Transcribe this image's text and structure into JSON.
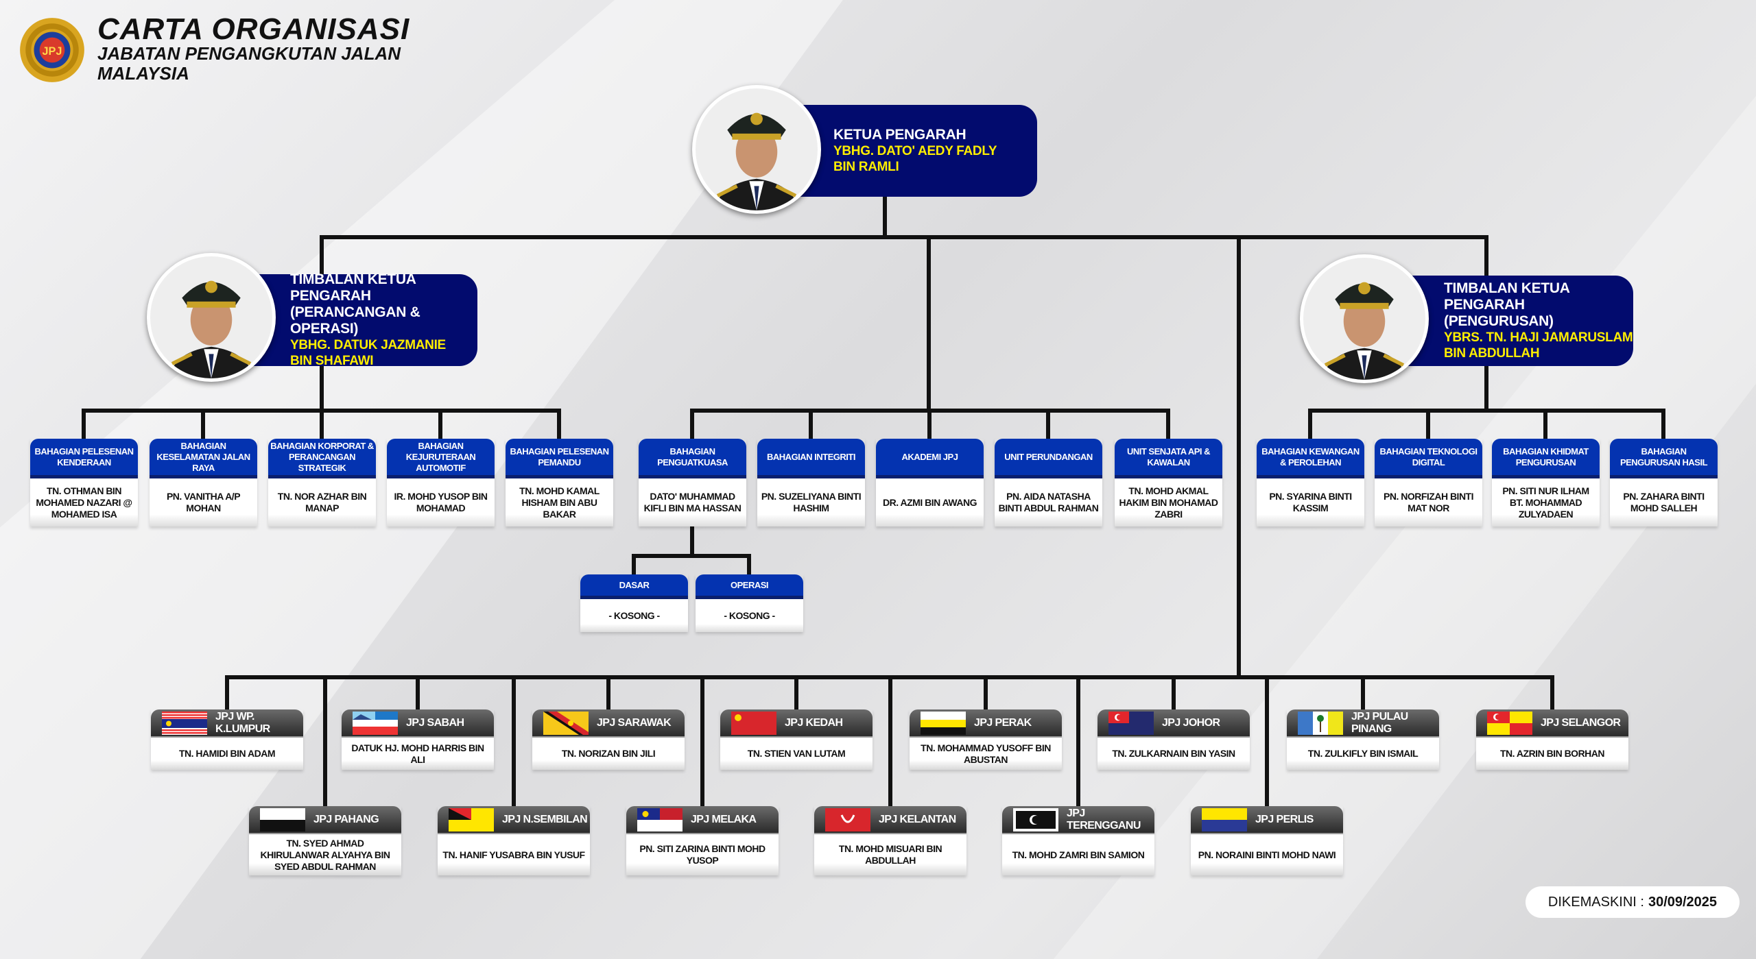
{
  "header": {
    "title": "CARTA ORGANISASI",
    "subtitle_line1": "JABATAN PENGANGKUTAN JALAN",
    "subtitle_line2": "MALAYSIA",
    "logo_text": "JPJ"
  },
  "director": {
    "role": "KETUA PENGARAH",
    "name_line1": "YBHG. DATO' AEDY FADLY",
    "name_line2": "BIN RAMLI"
  },
  "deputy_left": {
    "role_line1": "TIMBALAN KETUA PENGARAH",
    "role_line2": "(PERANCANGAN & OPERASI)",
    "name_line1": "YBHG. DATUK JAZMANIE",
    "name_line2": "BIN SHAFAWI"
  },
  "deputy_right": {
    "role_line1": "TIMBALAN KETUA PENGARAH",
    "role_line2": "(PENGURUSAN)",
    "name_line1": "YBRS. TN. HAJI JAMARUSLAM",
    "name_line2": "BIN ABDULLAH"
  },
  "divisions_left": [
    {
      "unit": "BAHAGIAN PELESENAN KENDERAAN",
      "head": "TN. OTHMAN BIN MOHAMED NAZARI @ MOHAMED ISA"
    },
    {
      "unit": "BAHAGIAN KESELAMATAN JALAN RAYA",
      "head": "PN. VANITHA A/P MOHAN"
    },
    {
      "unit": "BAHAGIAN KORPORAT & PERANCANGAN STRATEGIK",
      "head": "TN. NOR AZHAR BIN MANAP"
    },
    {
      "unit": "BAHAGIAN KEJURUTERAAN AUTOMOTIF",
      "head": "IR. MOHD YUSOP BIN MOHAMAD"
    },
    {
      "unit": "BAHAGIAN PELESENAN PEMANDU",
      "head": "TN. MOHD KAMAL HISHAM BIN ABU BAKAR"
    }
  ],
  "divisions_center": [
    {
      "unit": "BAHAGIAN PENGUATKUASA",
      "head": "DATO' MUHAMMAD KIFLI BIN MA HASSAN"
    },
    {
      "unit": "BAHAGIAN INTEGRITI",
      "head": "PN. SUZELIYANA BINTI HASHIM"
    },
    {
      "unit": "AKADEMI JPJ",
      "head": "DR. AZMI BIN AWANG"
    },
    {
      "unit": "UNIT PERUNDANGAN",
      "head": "PN. AIDA NATASHA BINTI ABDUL RAHMAN"
    },
    {
      "unit": "UNIT SENJATA API & KAWALAN",
      "head": "TN. MOHD AKMAL HAKIM BIN MOHAMAD ZABRI"
    }
  ],
  "divisions_right": [
    {
      "unit": "BAHAGIAN KEWANGAN & PEROLEHAN",
      "head": "PN. SYARINA BINTI KASSIM"
    },
    {
      "unit": "BAHAGIAN TEKNOLOGI DIGITAL",
      "head": "PN. NORFIZAH BINTI MAT NOR"
    },
    {
      "unit": "BAHAGIAN KHIDMAT PENGURUSAN",
      "head": "PN. SITI NUR ILHAM BT. MOHAMMAD ZULYADAEN"
    },
    {
      "unit": "BAHAGIAN PENGURUSAN HASIL",
      "head": "PN. ZAHARA BINTI MOHD SALLEH"
    }
  ],
  "sub_units": [
    {
      "unit": "DASAR",
      "head": "- KOSONG -"
    },
    {
      "unit": "OPERASI",
      "head": "- KOSONG -"
    }
  ],
  "states_row1": [
    {
      "unit": "JPJ WP. K.LUMPUR",
      "head": "TN. HAMIDI BIN ADAM",
      "flag": "flag-kuala-lumpur"
    },
    {
      "unit": "JPJ SABAH",
      "head": "DATUK HJ. MOHD HARRIS BIN ALI",
      "flag": "flag-sabah"
    },
    {
      "unit": "JPJ SARAWAK",
      "head": "TN. NORIZAN BIN JILI",
      "flag": "flag-sarawak"
    },
    {
      "unit": "JPJ KEDAH",
      "head": "TN. STIEN VAN LUTAM",
      "flag": "flag-kedah"
    },
    {
      "unit": "JPJ PERAK",
      "head": "TN. MOHAMMAD YUSOFF BIN ABUSTAN",
      "flag": "flag-perak"
    },
    {
      "unit": "JPJ JOHOR",
      "head": "TN. ZULKARNAIN BIN YASIN",
      "flag": "flag-johor"
    },
    {
      "unit": "JPJ PULAU PINANG",
      "head": "TN. ZULKIFLY BIN ISMAIL",
      "flag": "flag-penang"
    },
    {
      "unit": "JPJ SELANGOR",
      "head": "TN. AZRIN BIN BORHAN",
      "flag": "flag-selangor"
    }
  ],
  "states_row2": [
    {
      "unit": "JPJ PAHANG",
      "head": "TN. SYED AHMAD KHIRULANWAR ALYAHYA BIN SYED ABDUL RAHMAN",
      "flag": "flag-pahang"
    },
    {
      "unit": "JPJ N.SEMBILAN",
      "head": "TN. HANIF YUSABRA BIN YUSUF",
      "flag": "flag-negeri-sembilan"
    },
    {
      "unit": "JPJ MELAKA",
      "head": "PN. SITI ZARINA BINTI MOHD YUSOP",
      "flag": "flag-melaka"
    },
    {
      "unit": "JPJ KELANTAN",
      "head": "TN. MOHD MISUARI BIN ABDULLAH",
      "flag": "flag-kelantan"
    },
    {
      "unit": "JPJ TERENGGANU",
      "head": "TN. MOHD ZAMRI BIN SAMION",
      "flag": "flag-terengganu"
    },
    {
      "unit": "JPJ PERLIS",
      "head": "PN. NORAINI BINTI MOHD NAWI",
      "flag": "flag-perlis"
    }
  ],
  "footer": {
    "label": "DIKEMASKINI :",
    "date": "30/09/2025"
  },
  "colors": {
    "division_header": "#0433b0",
    "leader_box": "#020b6e",
    "leader_name": "#ffee00",
    "state_header": "#3a3a3a"
  }
}
